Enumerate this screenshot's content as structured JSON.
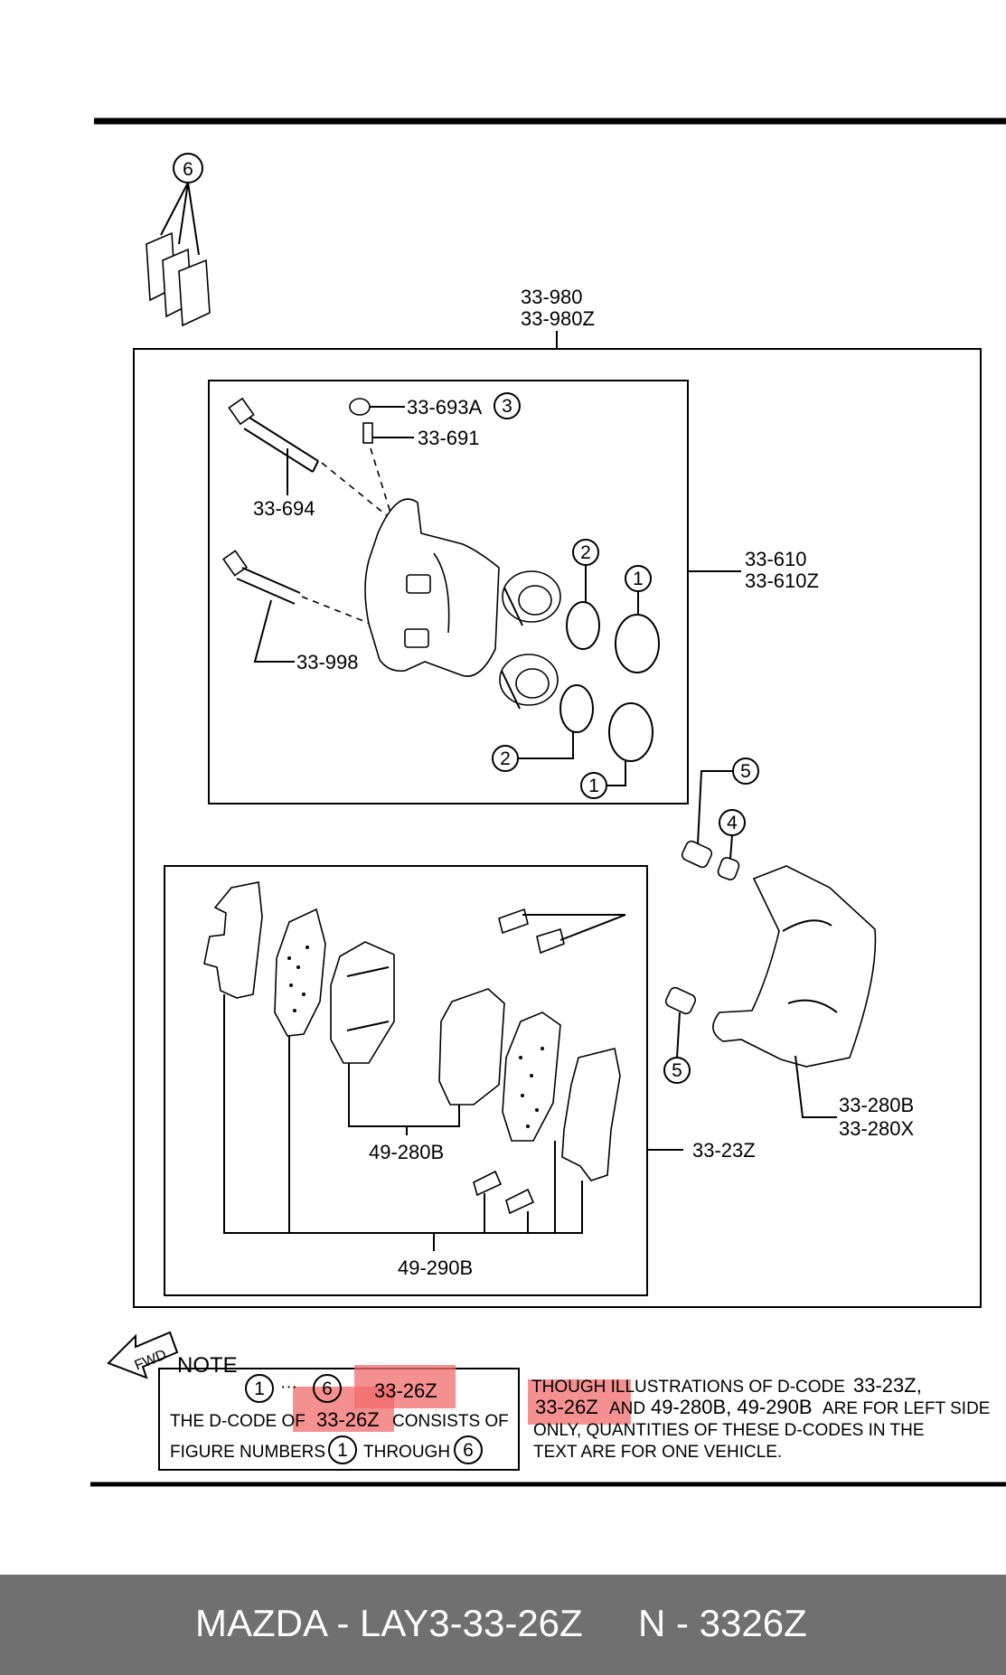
{
  "diagram": {
    "top_group_codes": [
      "33-980",
      "33-980Z"
    ],
    "caliper_codes": [
      "33-610",
      "33-610Z"
    ],
    "parts": {
      "bleeder_cap": "33-693A",
      "bleeder_screw": "33-691",
      "guide_pin_upper": "33-694",
      "guide_pin_lower": "33-998",
      "bracket": [
        "33-280B",
        "33-280X"
      ],
      "pad_kit": "33-23Z",
      "pad_set_inner": "49-280B",
      "pad_set_outer": "49-290B"
    },
    "callouts": {
      "c1": "1",
      "c2": "2",
      "c3": "3",
      "c4": "4",
      "c5": "5",
      "c6": "6"
    }
  },
  "note": {
    "fwd": "FWD",
    "title": "NOTE",
    "range_dots": "···",
    "code_top": "33-26Z",
    "line1_prefix": "THE D-CODE OF",
    "line1_code": "33-26Z",
    "line1_suffix": "CONSISTS OF",
    "line2_prefix": "FIGURE NUMBERS",
    "line2_through": "THROUGH",
    "r1_a": "THOUGH ILLUSTRATIONS OF D-CODE",
    "r1_code": "33-23Z,",
    "r2_code": "33-26Z",
    "r2_and": "AND",
    "r2_codes": "49-280B, 49-290B",
    "r2_tail": "ARE FOR LEFT SIDE",
    "r3": "ONLY, QUANTITIES OF THESE D-CODES IN THE",
    "r4": "TEXT ARE FOR ONE VEHICLE.",
    "highlight_color": "#f26b6b"
  },
  "footer": {
    "part_code": "MAZDA - LAY3-33-26Z",
    "number": "N - 3326Z",
    "background": "#707070"
  }
}
